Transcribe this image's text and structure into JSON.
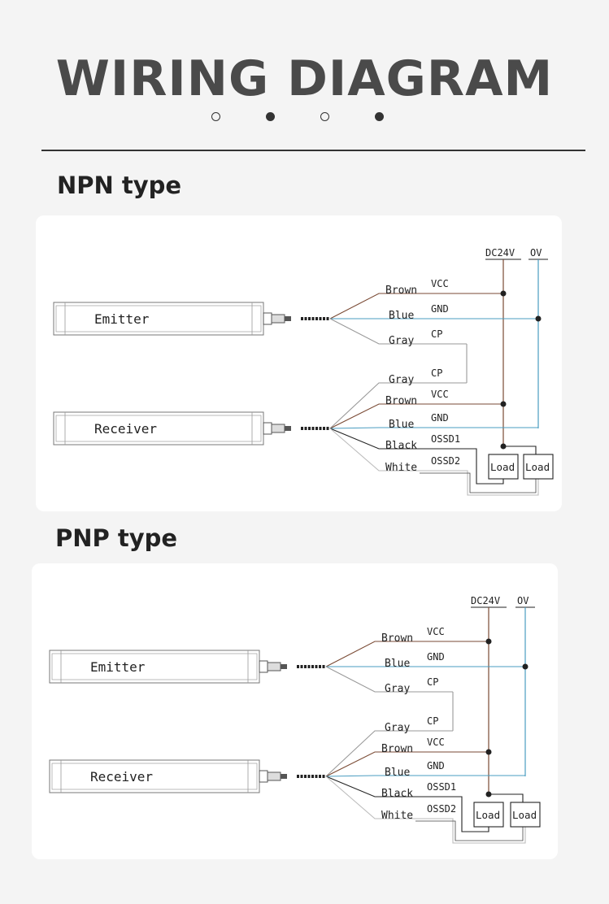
{
  "page": {
    "title": "WIRING DIAGRAM"
  },
  "sections": [
    {
      "title": "NPN type",
      "diagram": {
        "supply_labels": [
          "DC24V",
          "OV"
        ],
        "emitter_label": "Emitter",
        "receiver_label": "Receiver",
        "emitter_wires": [
          {
            "color": "Brown",
            "signal": "VCC"
          },
          {
            "color": "Blue",
            "signal": "GND"
          },
          {
            "color": "Gray",
            "signal": "CP"
          }
        ],
        "receiver_wires": [
          {
            "color": "Gray",
            "signal": "CP"
          },
          {
            "color": "Brown",
            "signal": "VCC"
          },
          {
            "color": "Blue",
            "signal": "GND"
          },
          {
            "color": "Black",
            "signal": "OSSD1"
          },
          {
            "color": "White",
            "signal": "OSSD2"
          }
        ],
        "load_labels": [
          "Load",
          "Load"
        ]
      }
    },
    {
      "title": "PNP type",
      "diagram": {
        "supply_labels": [
          "DC24V",
          "OV"
        ],
        "emitter_label": "Emitter",
        "receiver_label": "Receiver",
        "emitter_wires": [
          {
            "color": "Brown",
            "signal": "VCC"
          },
          {
            "color": "Blue",
            "signal": "GND"
          },
          {
            "color": "Gray",
            "signal": "CP"
          }
        ],
        "receiver_wires": [
          {
            "color": "Gray",
            "signal": "CP"
          },
          {
            "color": "Brown",
            "signal": "VCC"
          },
          {
            "color": "Blue",
            "signal": "GND"
          },
          {
            "color": "Black",
            "signal": "OSSD1"
          },
          {
            "color": "White",
            "signal": "OSSD2"
          }
        ],
        "load_labels": [
          "Load",
          "Load"
        ]
      }
    }
  ],
  "colors": {
    "brown": "#7a4a34",
    "blue": "#4a9cc0",
    "gray": "#999999",
    "black": "#222222",
    "white_wire": "#bbbbbb"
  }
}
